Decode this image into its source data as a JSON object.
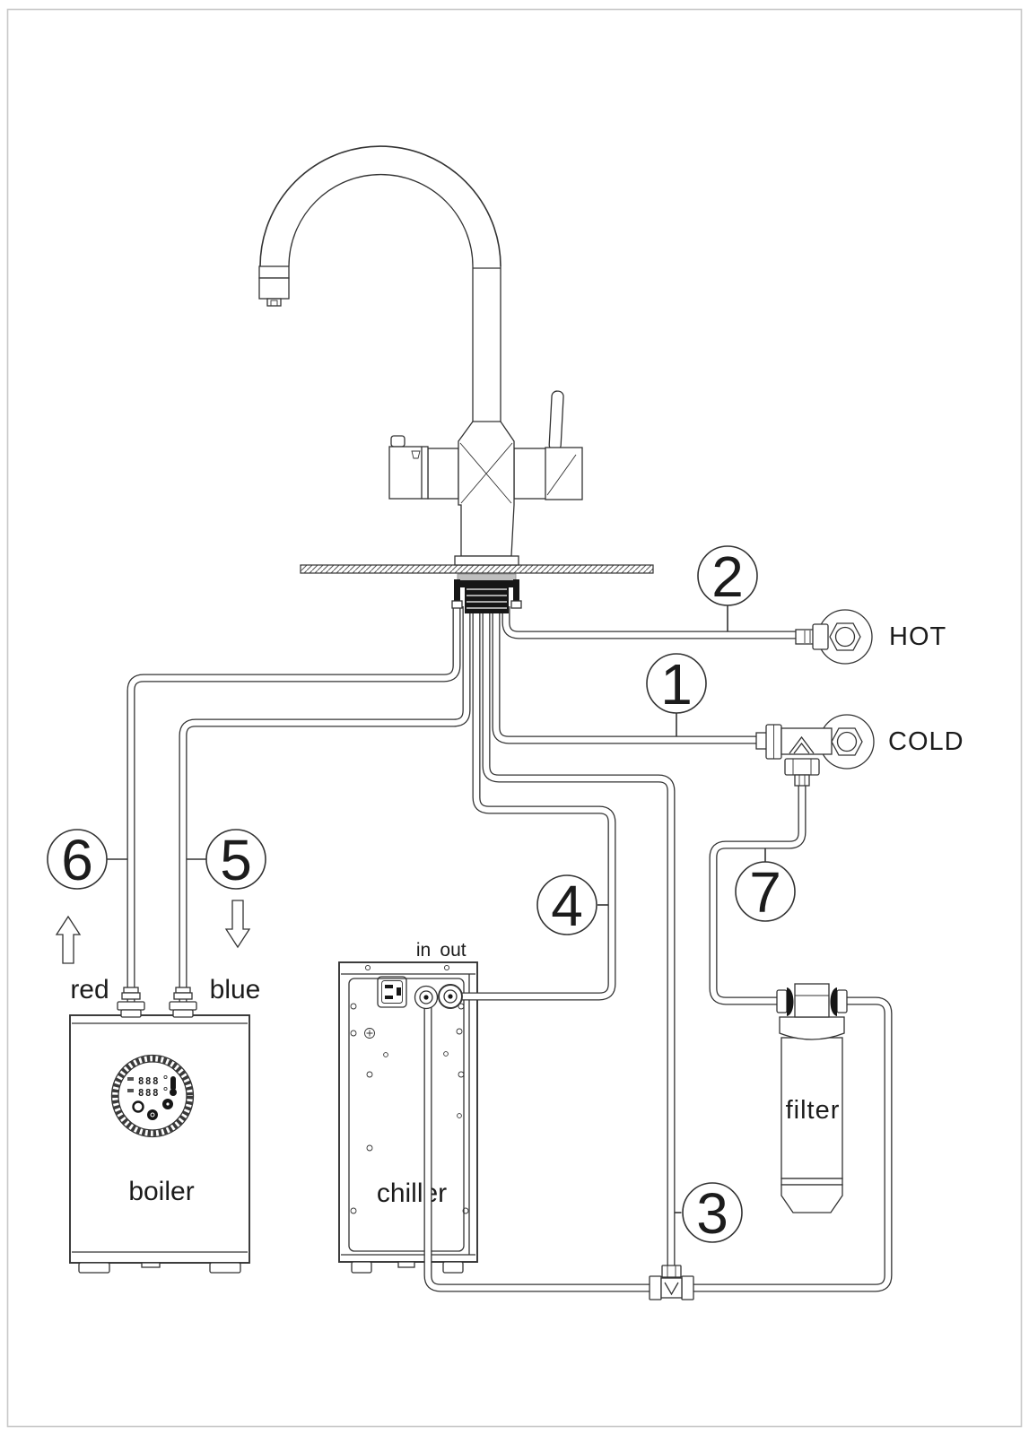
{
  "labels": {
    "hot": "HOT",
    "cold": "COLD",
    "red": "red",
    "blue": "blue",
    "boiler": "boiler",
    "chiller": "chiller",
    "filter": "filter",
    "chiller_in": "in",
    "chiller_out": "out"
  },
  "callouts": [
    {
      "num": "1"
    },
    {
      "num": "2"
    },
    {
      "num": "3"
    },
    {
      "num": "4"
    },
    {
      "num": "5"
    },
    {
      "num": "6"
    },
    {
      "num": "7"
    }
  ],
  "boiler_display": {
    "row1": "888",
    "row2": "888"
  },
  "colors": {
    "line": "#333333",
    "dark_fill": "#161616",
    "page_border": "#c9c9c9",
    "background": "#ffffff",
    "plate_grey": "#bfbfbf"
  }
}
